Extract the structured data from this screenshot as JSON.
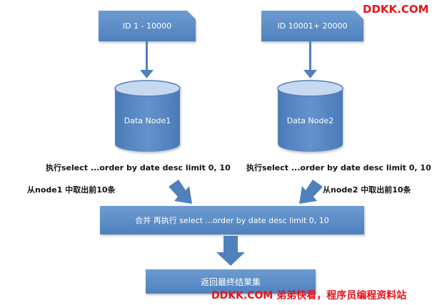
{
  "watermark": {
    "top": "DDKK.COM",
    "bottom": "DDKK.COM 弟弟快看，程序员编程资料站"
  },
  "diagram": {
    "left_id_box": "ID   1 - 10000",
    "right_id_box": "ID   10001+ 20000",
    "left_node": "Data Node1",
    "right_node": "Data Node2",
    "left_query": "执行select ...order by date desc limit 0, 10",
    "right_query": "执行select ...order by date desc limit 0, 10",
    "left_take": "从node1 中取出前10条",
    "right_take": "从node2  中取出前10条",
    "merge_box": "合并  再执行  select ...order by date desc limit 0, 10",
    "result_box": "返回最终结果集"
  },
  "colors": {
    "box_fill": "#4f81bd",
    "box_gradient_top": "#6d9bd1",
    "arrow": "#4f81bd",
    "cylinder_top": "#c6d9f1",
    "watermark": "#e8141b"
  }
}
